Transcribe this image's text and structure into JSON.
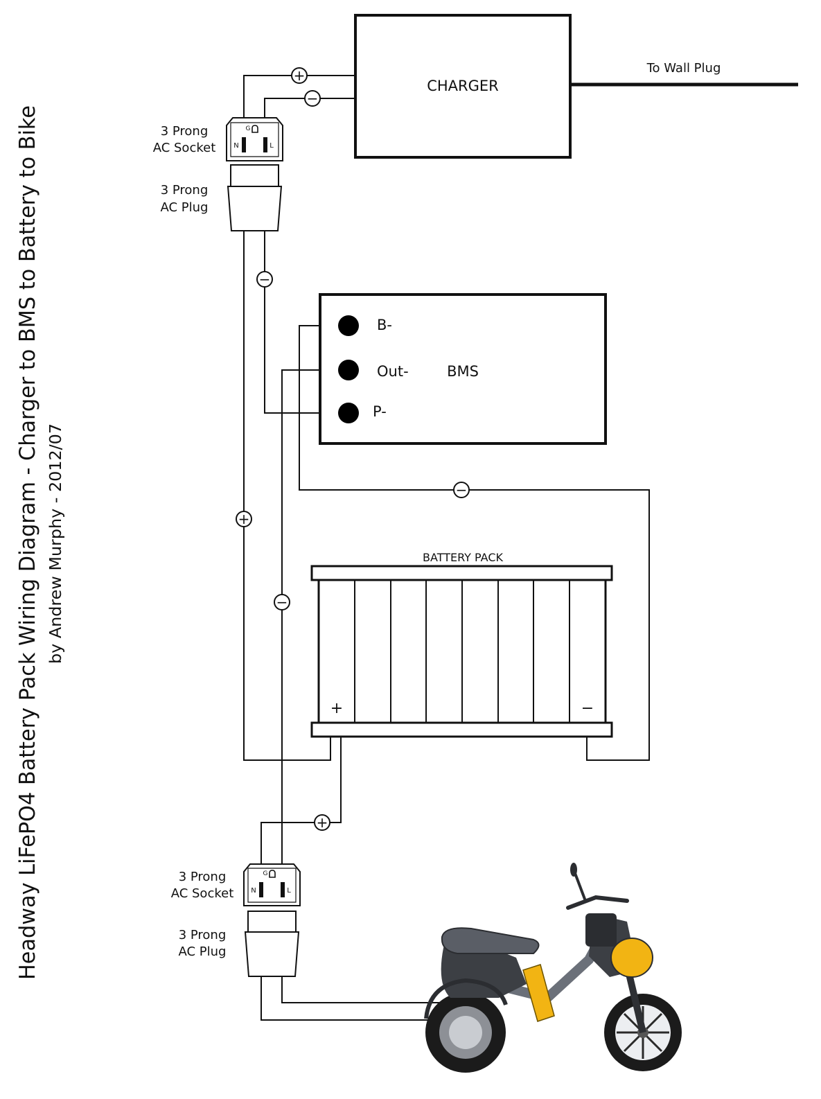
{
  "title": "Headway LiFePO4 Battery Pack Wiring Diagram - Charger to BMS to Battery to Bike",
  "subtitle": "by Andrew Murphy - 2012/07",
  "charger": {
    "label": "CHARGER",
    "wall_label": "To Wall Plug"
  },
  "socket_top": {
    "line1": "3 Prong",
    "line2": "AC Socket"
  },
  "plug_top": {
    "line1": "3 Prong",
    "line2": "AC Plug"
  },
  "socket_bottom": {
    "line1": "3 Prong",
    "line2": "AC Socket"
  },
  "plug_bottom": {
    "line1": "3 Prong",
    "line2": "AC Plug"
  },
  "socket_pins": {
    "ground": "G",
    "neutral": "N",
    "live": "L"
  },
  "bms": {
    "label": "BMS",
    "terminals": [
      "B-",
      "Out-",
      "P-"
    ]
  },
  "battery": {
    "label": "BATTERY PACK",
    "plus": "+",
    "minus": "−"
  },
  "wire_symbols": {
    "positive": "+",
    "negative": "−"
  },
  "scooter": {
    "body_color": "#3c3f44",
    "accent_color": "#f2b413",
    "seat_color": "#5a5e66"
  }
}
